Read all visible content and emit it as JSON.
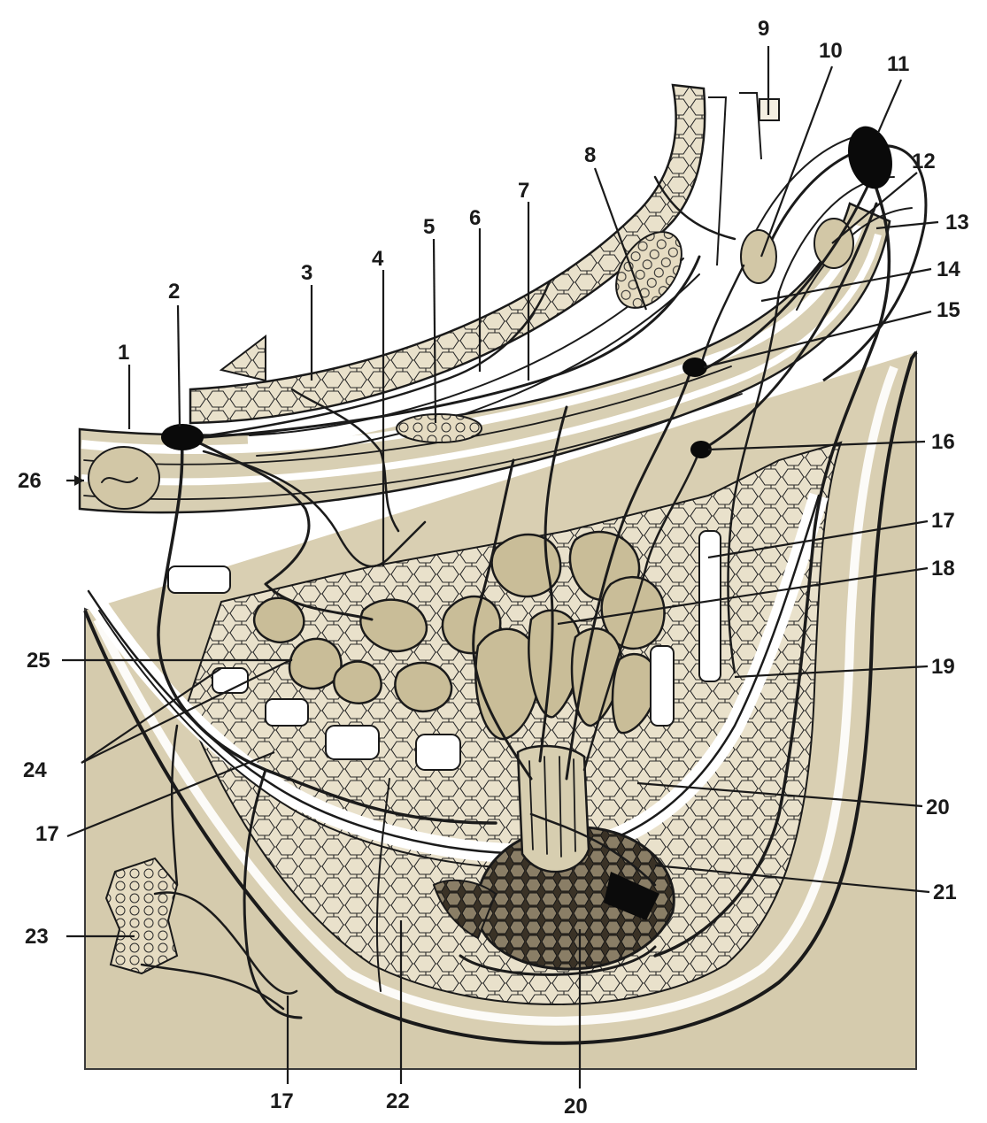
{
  "colors": {
    "background": "#ffffff",
    "tissue_fill": "#d6ccae",
    "skin_band": "#f4efe2",
    "node_fill": "#0a0a0a",
    "line": "#1a1a1a"
  },
  "callouts": [
    {
      "id": "c1",
      "label": "1"
    },
    {
      "id": "c2",
      "label": "2"
    },
    {
      "id": "c3",
      "label": "3"
    },
    {
      "id": "c4",
      "label": "4"
    },
    {
      "id": "c5",
      "label": "5"
    },
    {
      "id": "c6",
      "label": "6"
    },
    {
      "id": "c7",
      "label": "7"
    },
    {
      "id": "c8",
      "label": "8"
    },
    {
      "id": "c9",
      "label": "9"
    },
    {
      "id": "c10",
      "label": "10"
    },
    {
      "id": "c11",
      "label": "11"
    },
    {
      "id": "c12",
      "label": "12"
    },
    {
      "id": "c13",
      "label": "13"
    },
    {
      "id": "c14",
      "label": "14"
    },
    {
      "id": "c15",
      "label": "15"
    },
    {
      "id": "c16",
      "label": "16"
    },
    {
      "id": "c17a",
      "label": "17"
    },
    {
      "id": "c18",
      "label": "18"
    },
    {
      "id": "c19",
      "label": "19"
    },
    {
      "id": "c20a",
      "label": "20"
    },
    {
      "id": "c21",
      "label": "21"
    },
    {
      "id": "c22",
      "label": "22"
    },
    {
      "id": "c23",
      "label": "23"
    },
    {
      "id": "c24",
      "label": "24"
    },
    {
      "id": "c25",
      "label": "25"
    },
    {
      "id": "c26",
      "label": "26"
    },
    {
      "id": "c17b",
      "label": "17"
    },
    {
      "id": "c17c",
      "label": "17"
    },
    {
      "id": "c20b",
      "label": "20"
    }
  ]
}
